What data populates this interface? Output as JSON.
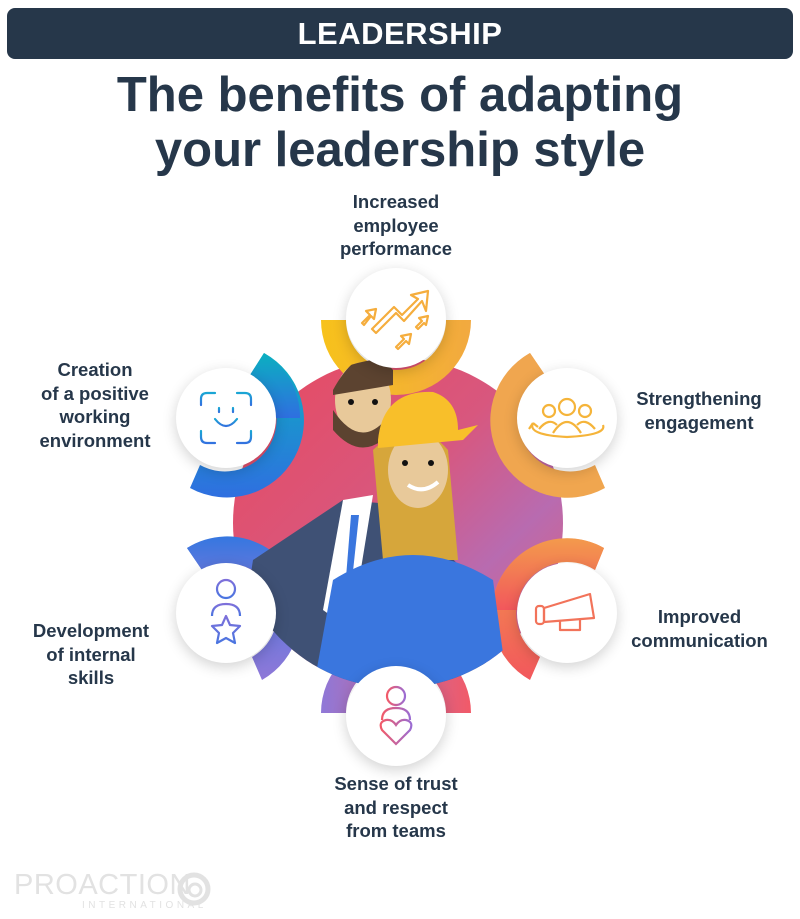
{
  "header": {
    "category": "LEADERSHIP",
    "title_lines": [
      "The benefits of adapting",
      "your leadership style"
    ]
  },
  "benefits": [
    {
      "id": "performance",
      "lines": [
        "Increased",
        "employee",
        "performance"
      ],
      "icon": "rising-arrows-icon",
      "color": "#f5ad3d"
    },
    {
      "id": "engagement",
      "lines": [
        "Strengthening",
        "engagement"
      ],
      "icon": "team-cycle-icon",
      "color": "#f0a64f"
    },
    {
      "id": "communication",
      "lines": [
        "Improved",
        "communication"
      ],
      "icon": "megaphone-icon",
      "color": "#f26b57"
    },
    {
      "id": "trust",
      "lines": [
        "Sense of trust",
        "and respect",
        "from teams"
      ],
      "icon": "person-heart-icon",
      "color": "#c062a6"
    },
    {
      "id": "skills",
      "lines": [
        "Development",
        "of internal",
        "skills"
      ],
      "icon": "person-star-icon",
      "color": "#5a6fe0"
    },
    {
      "id": "environment",
      "lines": [
        "Creation",
        "of a positive",
        "working",
        "environment"
      ],
      "icon": "smiley-face-scan-icon",
      "color": "#1f9ed0"
    }
  ],
  "illustration": {
    "description": "Businessman with beard and woman in yellow hard hat"
  },
  "footer": {
    "logo_name": "PROACTION",
    "logo_sub": "INTERNATIONAL"
  }
}
